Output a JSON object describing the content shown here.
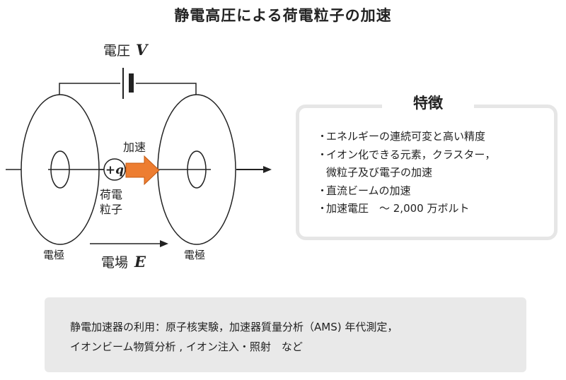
{
  "title": "静電高圧による荷電粒子の加速",
  "diagram": {
    "voltage_label": "電圧",
    "voltage_symbol": "V",
    "accel_label": "加速",
    "charge_label": "+q",
    "particle_label_line1": "荷電",
    "particle_label_line2": "粒子",
    "electrode_left": "電極",
    "electrode_right": "電極",
    "field_label": "電場",
    "field_symbol": "E",
    "colors": {
      "arrow_fill": "#ed7d31",
      "arrow_stroke": "#c55a11"
    }
  },
  "features": {
    "title": "特徴",
    "bullet": "・",
    "items": [
      "エネルギーの連続可変と高い精度",
      "イオン化できる元素，クラスター，",
      "微粒子及び電子の加速",
      "直流ビームの加速",
      "加速電圧　～ 2,000 万ボルト"
    ]
  },
  "usage": {
    "line1": "静電加速器の利用：原子核実験，加速器質量分析（AMS) 年代測定，",
    "line2": "イオンビーム物質分析 , イオン注入・照射　など"
  }
}
